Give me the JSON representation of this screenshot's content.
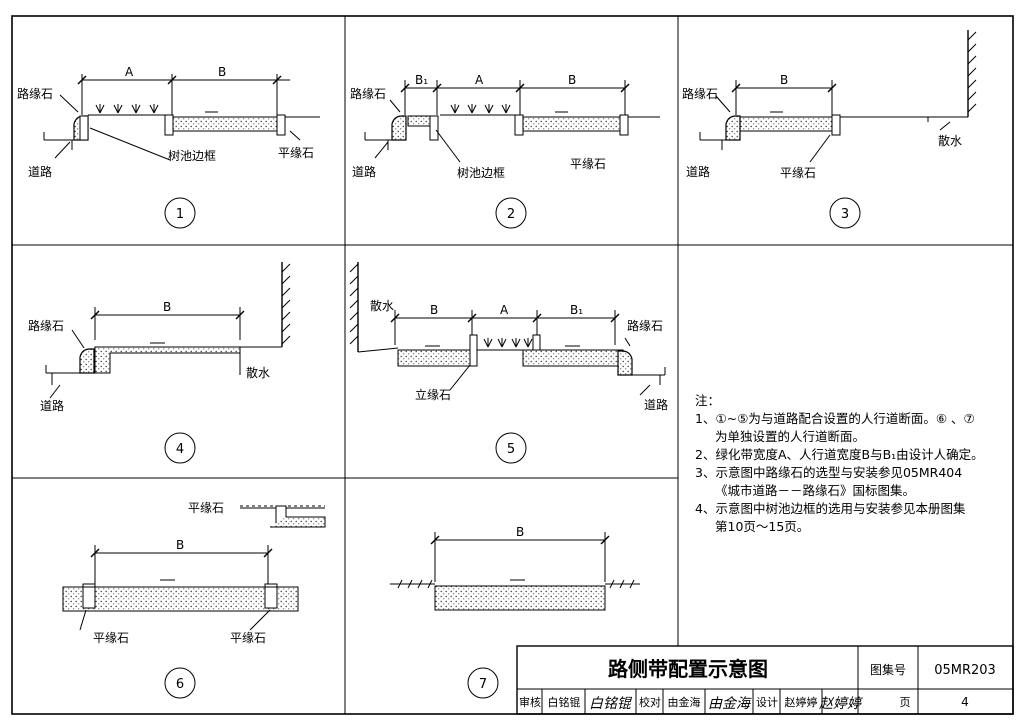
{
  "labels": {
    "curb": "路缘石",
    "road": "道路",
    "tree_frame": "树池边框",
    "flat_curb": "平缘石",
    "upright_curb": "立缘石",
    "drain": "散水",
    "dim_a": "A",
    "dim_b": "B",
    "dim_b1": "B₁"
  },
  "circles": [
    "1",
    "2",
    "3",
    "4",
    "5",
    "6",
    "7"
  ],
  "notes": {
    "head": "注：",
    "n1a": "1、①~⑤为与道路配合设置的人行道断面。⑥ 、⑦",
    "n1b": "为单独设置的人行道断面。",
    "n2": "2、绿化带宽度A、人行道宽度B与B₁由设计人确定。",
    "n3a": "3、示意图中路缘石的选型与安装参见05MR404",
    "n3b": "《城市道路－－路缘石》国标图集。",
    "n4a": "4、示意图中树池边框的选用与安装参见本册图集",
    "n4b": "第10页～15页。"
  },
  "titleblock": {
    "title": "路侧带配置示意图",
    "atlas_label": "图集号",
    "atlas_no": "05MR203",
    "review_label": "审核",
    "reviewer": "白铭锟",
    "reviewer_sig": "白铭锟",
    "check_label": "校对",
    "checker": "由金海",
    "checker_sig": "由金海",
    "design_label": "设计",
    "designer": "赵婷婷",
    "designer_sig": "赵婷婷",
    "page_label": "页",
    "page_no": "4"
  }
}
